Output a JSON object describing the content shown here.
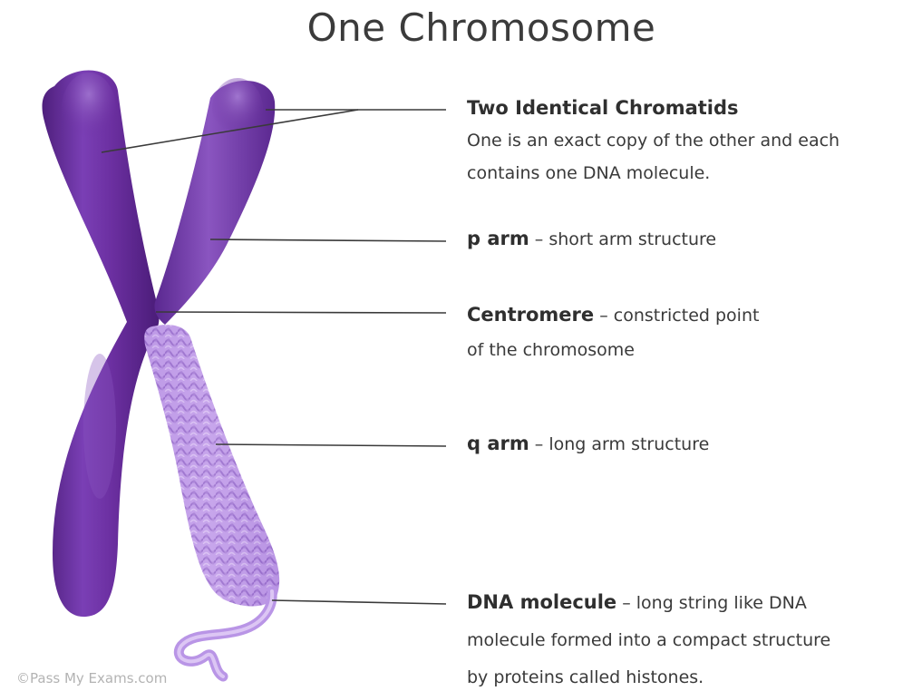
{
  "title": "One Chromosome",
  "labels": {
    "chromatids": {
      "heading": "Two Identical Chromatids",
      "line1": "One is an exact copy of the other and each",
      "line2": "contains one DNA molecule."
    },
    "p_arm": {
      "heading": "p arm",
      "separator": " – ",
      "text": "short arm structure"
    },
    "centromere": {
      "heading": "Centromere",
      "separator": " – ",
      "text": "constricted point",
      "line2": "of the chromosome"
    },
    "q_arm": {
      "heading": "q arm",
      "separator": " – ",
      "text": "long arm structure"
    },
    "dna": {
      "heading": "DNA molecule",
      "separator": " – ",
      "text": "long string like DNA",
      "line2": "molecule formed into a compact structure",
      "line3": "by proteins called histones."
    }
  },
  "copyright": "©Pass My Exams.com",
  "colors": {
    "chromosome": "#6b2fa0",
    "chromosome_dark": "#4e1f7c",
    "chromosome_light": "#9a6cc8",
    "dna_coil": "#c09ae6",
    "dna_coil_dark": "#9a72c9",
    "leader_line": "#3a3a3a"
  }
}
